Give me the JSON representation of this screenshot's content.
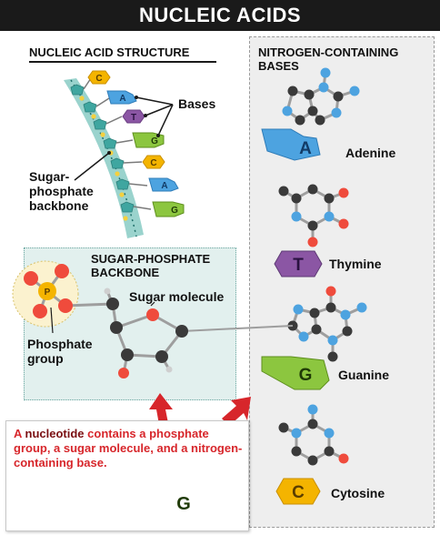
{
  "title": "NUCLEIC ACIDS",
  "structure": {
    "heading": "NUCLEIC ACID STRUCTURE",
    "bases_label": "Bases",
    "backbone_label_lines": [
      "Sugar-",
      "phosphate",
      "backbone"
    ],
    "strand_letters": [
      "C",
      "A",
      "T",
      "G",
      "C",
      "A",
      "G"
    ]
  },
  "bases_panel": {
    "heading_lines": [
      "NITROGEN-CONTAINING",
      "BASES"
    ],
    "items": [
      {
        "letter": "A",
        "name": "Adenine",
        "color": "#4da3e0"
      },
      {
        "letter": "T",
        "name": "Thymine",
        "color": "#8b56a4"
      },
      {
        "letter": "G",
        "name": "Guanine",
        "color": "#8cc63f"
      },
      {
        "letter": "C",
        "name": "Cytosine",
        "color": "#f4b400"
      }
    ]
  },
  "backbone_detail": {
    "heading_lines": [
      "SUGAR-PHOSPHATE",
      "BACKBONE"
    ],
    "sugar_label": "Sugar molecule",
    "phosphate_label_lines": [
      "Phosphate",
      "group"
    ],
    "phosphate_letter": "P"
  },
  "callout": {
    "text_before": "A ",
    "highlight": "nucleotide",
    "text_after": " contains a phosphate group, a sugar molecule, and a nitrogen-containing base.",
    "base_letter": "G"
  },
  "colors": {
    "accent_red": "#d7262b",
    "backbone_teal": "#9ad3cd",
    "sugar_teal": "#3fa6a0",
    "atom_red": "#ef4b3c",
    "atom_blue": "#4da3e0",
    "atom_dark": "#3a3a3a",
    "panel_gray": "#eeeeee"
  }
}
